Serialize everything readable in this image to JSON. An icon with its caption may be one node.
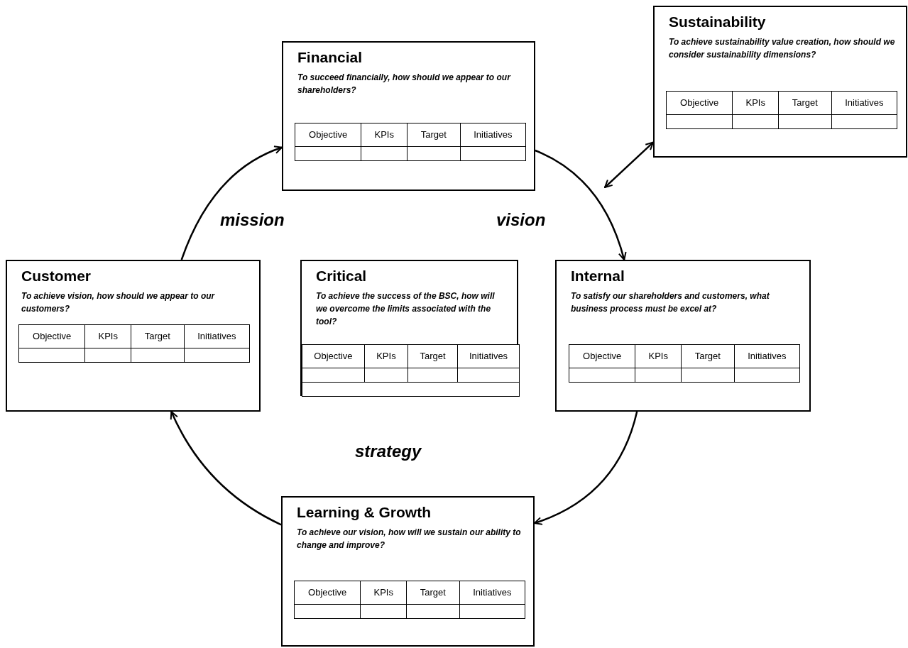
{
  "diagram": {
    "nodes": [
      {
        "text": [
          "Financial",
          "To succeed financially, how should we appear to our shareholders?",
          "Objective",
          "KPIs",
          "Target",
          "Initiatives"
        ]
      },
      {
        "text": [
          "Sustainability",
          "To achieve sustainability value creation, how should we consider sustainability dimensions?",
          "Objective",
          "KPIs",
          "Target",
          "Initiatives"
        ]
      },
      {
        "text": [
          "Customer",
          "To achieve vision, how should we appear to our customers?",
          "Objective",
          "KPIs",
          "Target",
          "Initiatives"
        ]
      },
      {
        "text": [
          "Critical",
          "To achieve the success of the BSC, how will we overcome the limits associated with the tool?",
          "Objective",
          "KPIs",
          "Target",
          "Initiatives"
        ]
      },
      {
        "text": [
          "Internal",
          "To satisfy our shareholders and customers, what business process must be excel at?",
          "Objective",
          "KPIs",
          "Target",
          "Initiatives"
        ]
      },
      {
        "text": [
          "Learning & Growth",
          "To achieve our vision, how will we sustain our ability to change and improve?",
          "Objective",
          "KPIs",
          "Target",
          "Initiatives"
        ]
      }
    ],
    "edges": [
      {
        "from": 2,
        "to": 0,
        "arrow": "to",
        "label": "mission"
      },
      {
        "from": 0,
        "to": 4,
        "arrow": "to",
        "label": "vision"
      },
      {
        "from": 4,
        "to": 5,
        "arrow": "to"
      },
      {
        "from": 5,
        "to": 2,
        "arrow": "to"
      },
      {
        "from": null,
        "to": 1,
        "arrow": "both"
      }
    ],
    "labels": [
      "strategy"
    ]
  }
}
